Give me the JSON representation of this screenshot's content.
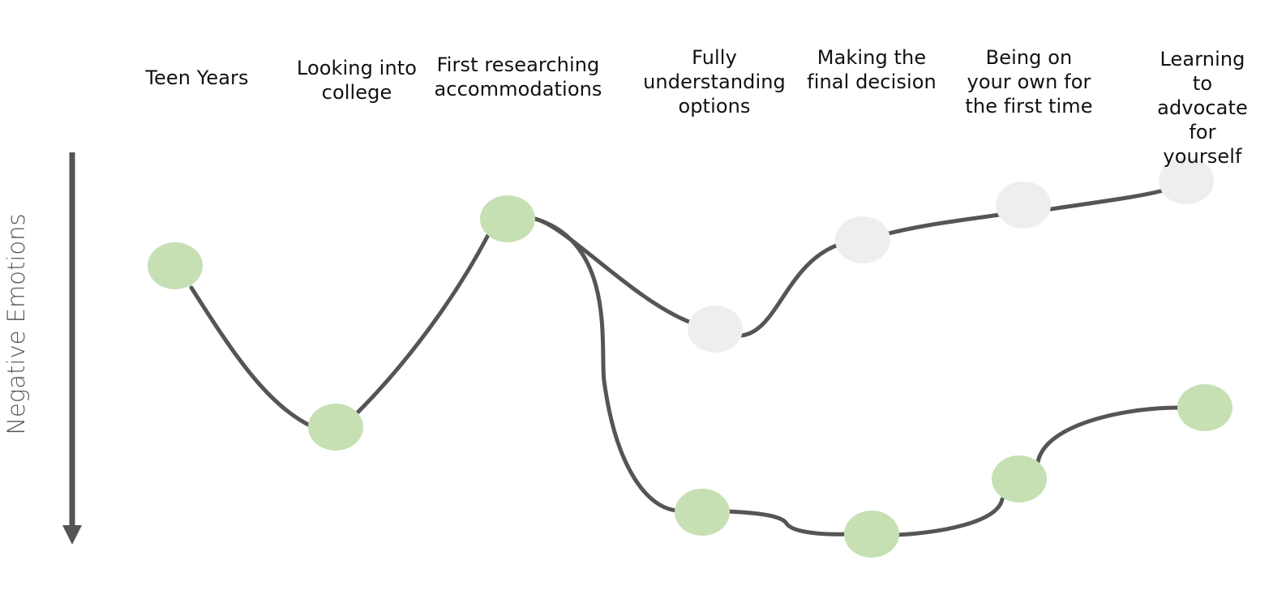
{
  "diagram": {
    "axis_label": "Negative Emotions",
    "stages": [
      {
        "id": "teen-years",
        "label": "Teen Years"
      },
      {
        "id": "looking-into-college",
        "label": "Looking into\ncollege"
      },
      {
        "id": "first-researching",
        "label": "First researching\naccommodations"
      },
      {
        "id": "fully-understanding",
        "label": "Fully\nunderstanding\noptions"
      },
      {
        "id": "making-final-decision",
        "label": "Making the\nfinal decision"
      },
      {
        "id": "being-on-own",
        "label": "Being on\nyour own for\nthe first time"
      },
      {
        "id": "learning-to-advocate",
        "label": "Learning to\nadvocate for\nyourself"
      }
    ],
    "paths": [
      {
        "name": "shared-path",
        "node_color": "#c6e0b4",
        "node_stages": [
          "teen-years",
          "looking-into-college",
          "first-researching"
        ]
      },
      {
        "name": "upper-branch",
        "node_color": "#eeeeee",
        "node_stages": [
          "fully-understanding",
          "making-final-decision",
          "being-on-own",
          "learning-to-advocate"
        ]
      },
      {
        "name": "lower-branch",
        "node_color": "#c6e0b4",
        "node_stages": [
          "fully-understanding",
          "making-final-decision",
          "being-on-own",
          "learning-to-advocate"
        ]
      }
    ],
    "colors": {
      "line": "#555555",
      "axis": "#555555",
      "positive_node": "#c6e0b4",
      "neutral_node": "#eeeeee"
    }
  }
}
